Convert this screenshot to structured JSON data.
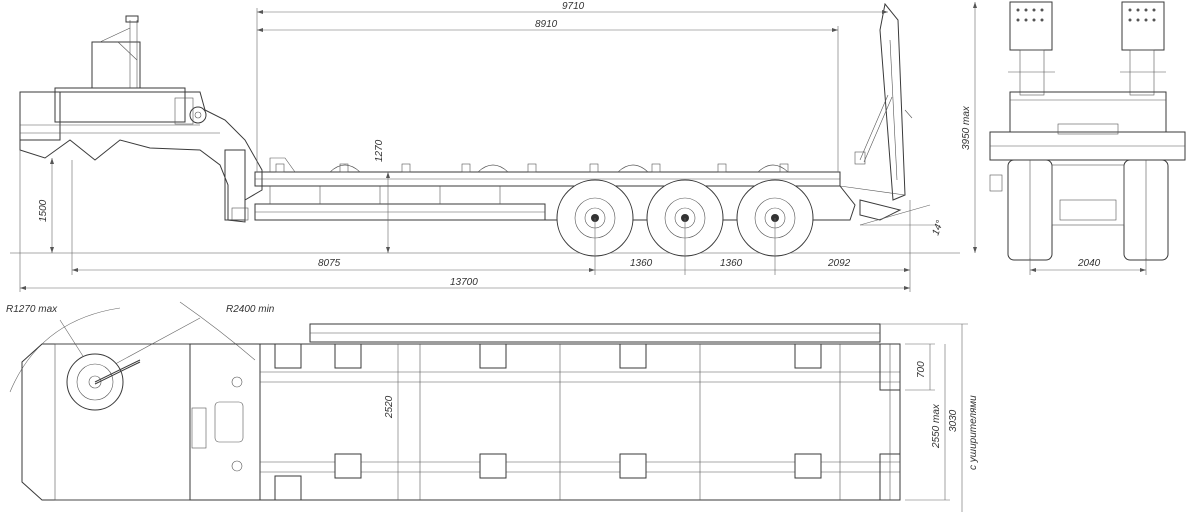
{
  "dimensions": {
    "deck_total": "9710",
    "deck_length": "8910",
    "deck_height": "1270",
    "coupling_height": "1500",
    "kingpin_to_axle": "8075",
    "axle_spacing_1": "1360",
    "axle_spacing_2": "1360",
    "rear_overhang": "2092",
    "overall_length": "13700",
    "ramp_angle": "14°",
    "overall_height": "3950 max",
    "track_width": "2040",
    "front_radius": "R1270 max",
    "turn_radius": "R2400 min",
    "inner_width": "2520",
    "ramp_width": "700",
    "overall_width": "2550 max",
    "width_with_extensions": "3030",
    "width_note": "с уширителями"
  }
}
